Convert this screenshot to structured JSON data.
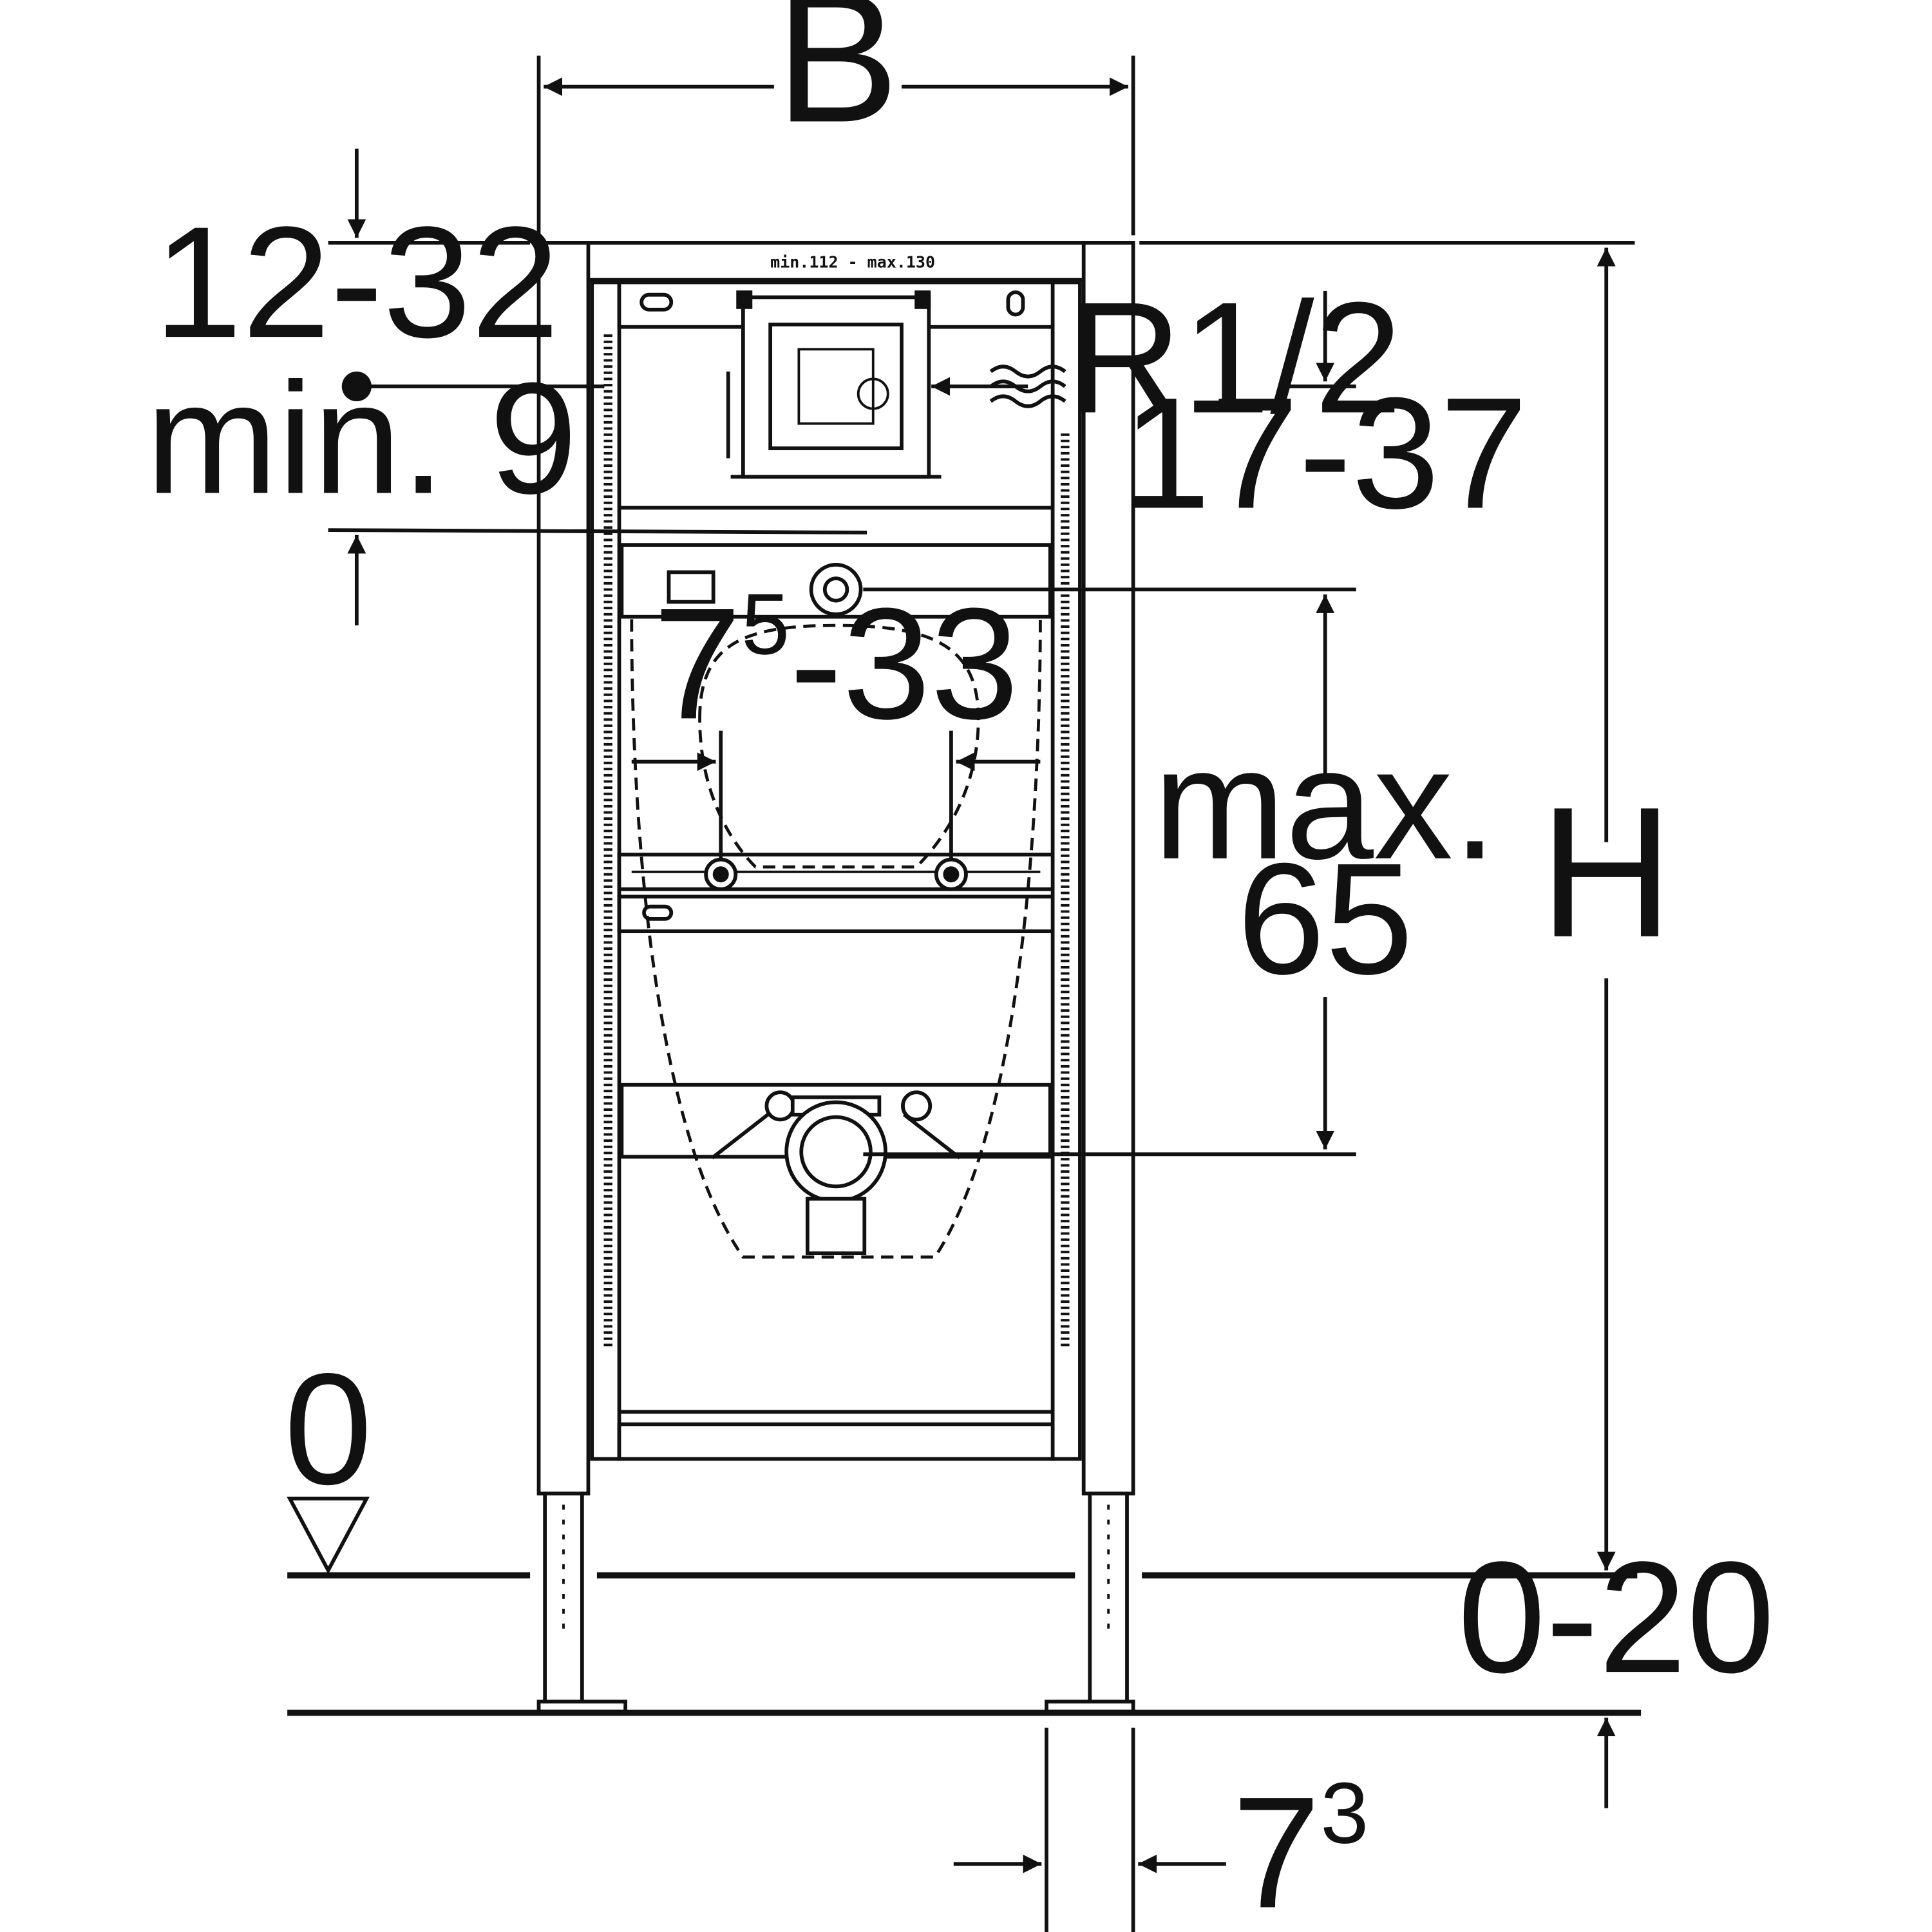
{
  "colors": {
    "ink": "#111111",
    "paper": "#ffffff"
  },
  "labels": {
    "width": "B",
    "height": "H",
    "top_offset": "12-32",
    "min_nine": "min. 9",
    "thread": "R1/2",
    "supply_offset": "17-37",
    "spacing_base": "7",
    "spacing_sup": "5",
    "spacing_rest": "-33",
    "max_word": "max.",
    "max_value": "65",
    "floor_level": "0",
    "foot_range": "0-20",
    "foot_base": "7",
    "foot_sup": "3",
    "plate": "min.112 - max.130"
  },
  "icons": {
    "level_marker": "triangle-down-icon",
    "water_inlet": "wavy-lines-icon"
  }
}
